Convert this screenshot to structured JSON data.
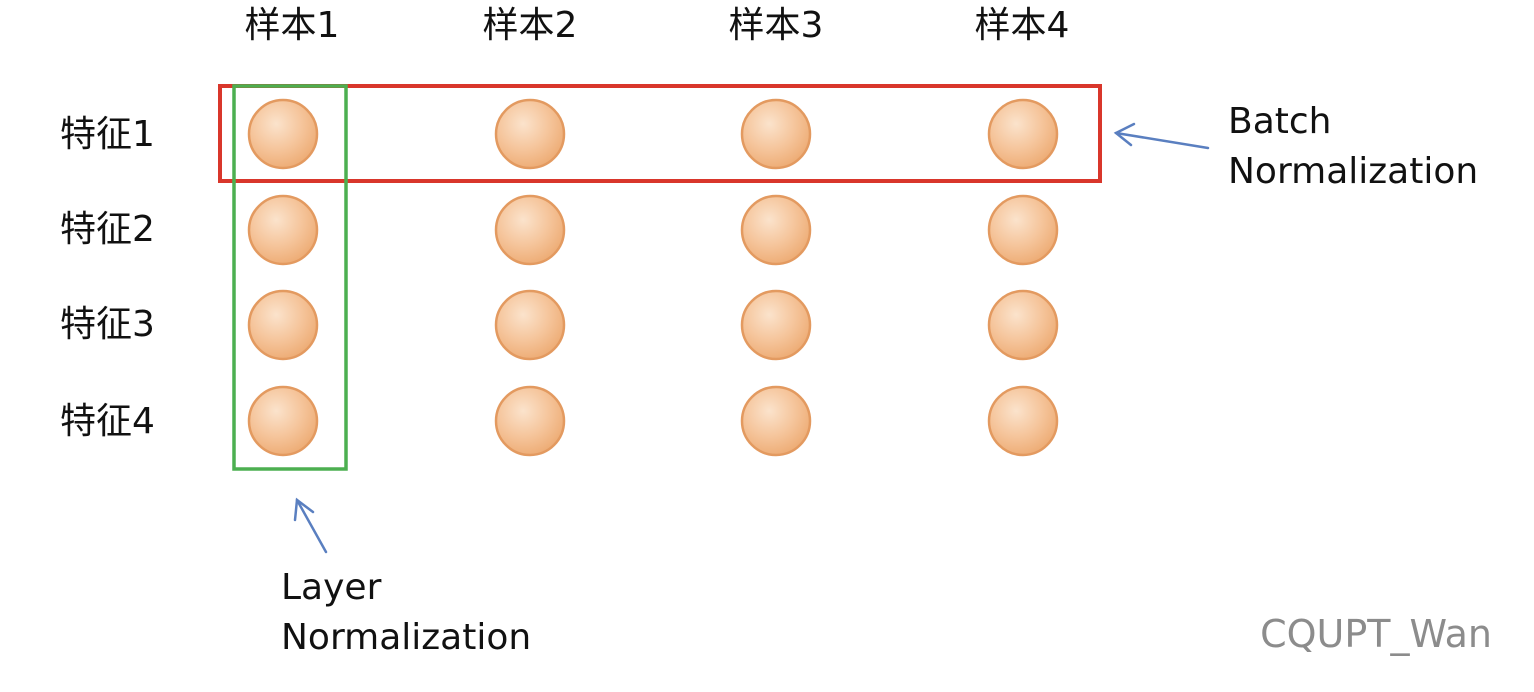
{
  "columns": [
    "样本1",
    "样本2",
    "样本3",
    "样本4"
  ],
  "rows": [
    "特征1",
    "特征2",
    "特征3",
    "特征4"
  ],
  "annotations": {
    "batch": [
      "Batch",
      "Normalization"
    ],
    "layer": [
      "Layer",
      "Normalization"
    ]
  },
  "watermark": "CQUPT_Wan",
  "colors": {
    "batch_box": "#d9362b",
    "layer_box": "#4caf50",
    "arrow": "#5a7fc0",
    "node_fill": "#f5c49a",
    "node_stroke": "#e39a60"
  }
}
